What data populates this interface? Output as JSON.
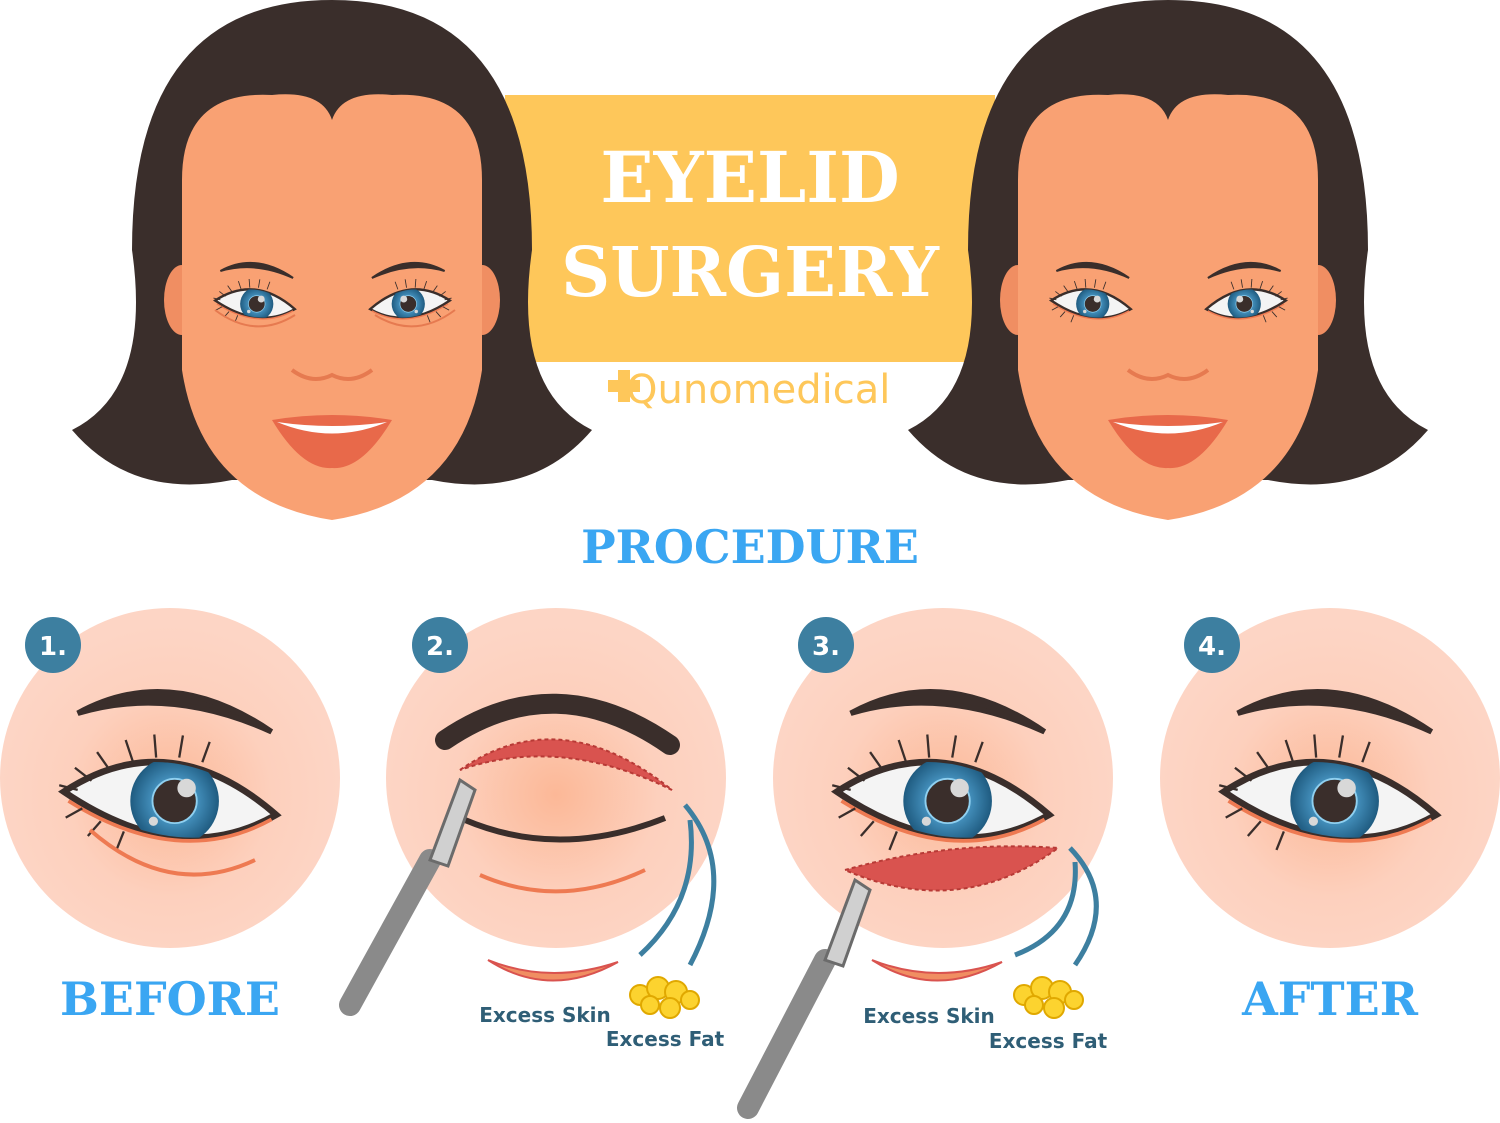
{
  "title": {
    "line1": "EYELID",
    "line2": "SURGERY"
  },
  "logo": "Qunomedical",
  "section_title": "PROCEDURE",
  "steps": [
    {
      "number": "1.",
      "label": "BEFORE"
    },
    {
      "number": "2.",
      "skin_label": "Excess Skin",
      "fat_label": "Excess Fat"
    },
    {
      "number": "3.",
      "skin_label": "Excess Skin",
      "fat_label": "Excess Fat"
    },
    {
      "number": "4.",
      "label": "AFTER"
    }
  ],
  "colors": {
    "hair": "#3a2e2b",
    "skin": "#f9a173",
    "banner": "#fec75a",
    "accent_blue": "#3aa6f2",
    "badge": "#3d7fa0",
    "iris": "#2e6f97"
  }
}
